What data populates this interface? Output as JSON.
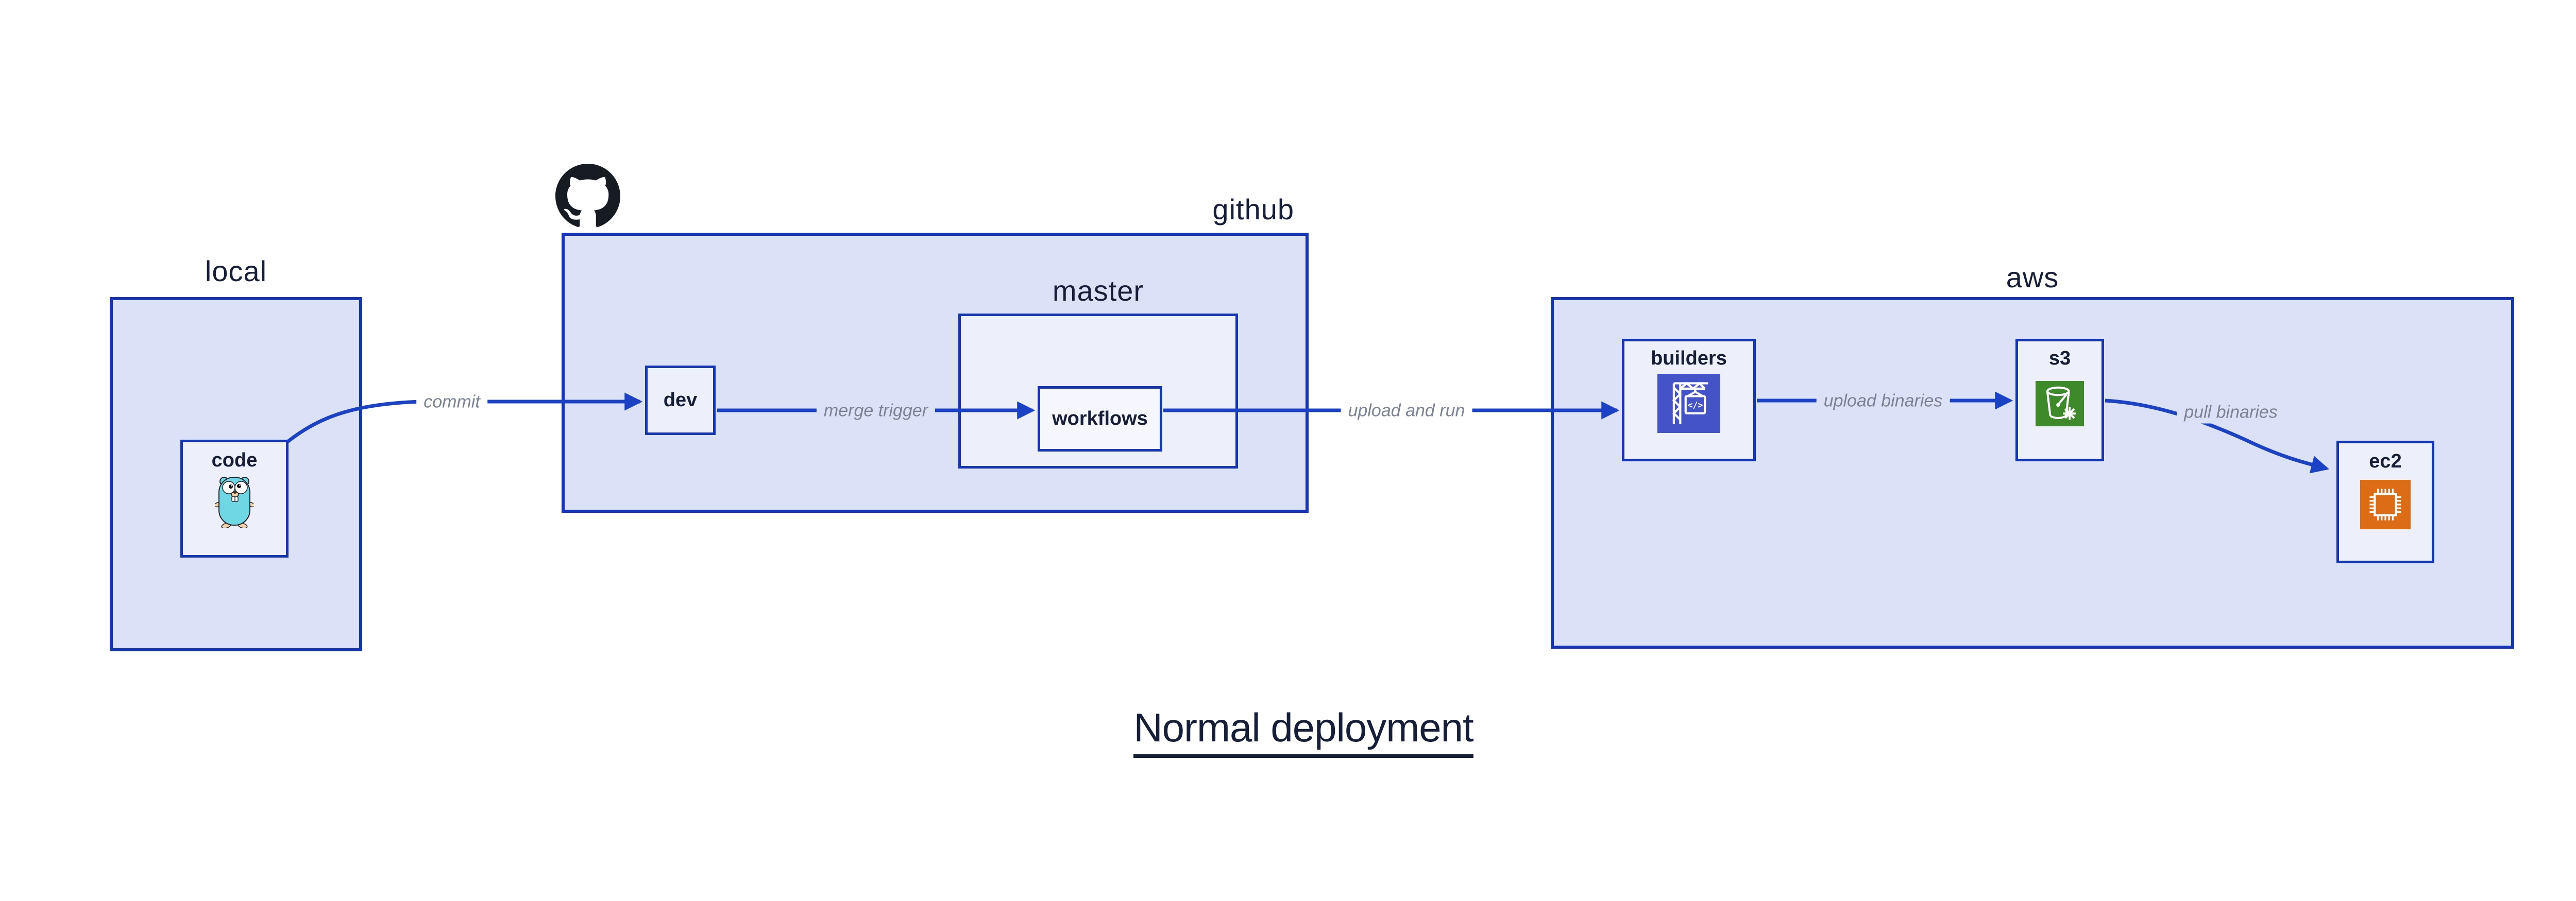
{
  "title": {
    "text": "Normal deployment"
  },
  "groups": {
    "local": {
      "label": "local"
    },
    "github": {
      "label": "github"
    },
    "master": {
      "label": "master"
    },
    "aws": {
      "label": "aws"
    }
  },
  "nodes": {
    "code": {
      "label": "code",
      "icon": "go-gopher"
    },
    "dev": {
      "label": "dev"
    },
    "workflows": {
      "label": "workflows"
    },
    "builders": {
      "label": "builders",
      "icon": "codebuild-crane"
    },
    "s3": {
      "label": "s3",
      "icon": "s3-bucket"
    },
    "ec2": {
      "label": "ec2",
      "icon": "ec2-chip"
    }
  },
  "edges": {
    "commit": {
      "label": "commit",
      "from": "code",
      "to": "dev"
    },
    "merge_trigger": {
      "label": "merge trigger",
      "from": "dev",
      "to": "workflows"
    },
    "upload_and_run": {
      "label": "upload and run",
      "from": "workflows",
      "to": "builders"
    },
    "upload_binaries": {
      "label": "upload binaries",
      "from": "builders",
      "to": "s3"
    },
    "pull_binaries": {
      "label": "pull binaries",
      "from": "s3",
      "to": "ec2"
    }
  },
  "logos": {
    "github_mark": "github-octocat"
  },
  "theme": {
    "canvas-bg": "#ffffff",
    "group-fill": "#dbe2f8",
    "node-fill": "#edf0fb",
    "nested-node-fill": "#f6f7fe",
    "box-border": "#1535b2",
    "arrow-color": "#1b42c4",
    "heading-color": "#171e38",
    "edge-label-color": "#7b8392",
    "builders-icon-bg": "#4453c8",
    "s3-icon-bg": "#3e8a2a",
    "ec2-icon-bg": "#dc6c15",
    "gopher-body": "#6fd7e3",
    "octocat-color": "#171b22"
  }
}
